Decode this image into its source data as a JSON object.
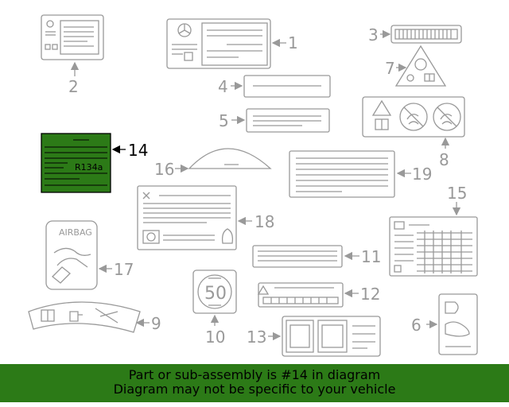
{
  "callouts": {
    "n1": "1",
    "n2": "2",
    "n3": "3",
    "n4": "4",
    "n5": "5",
    "n6": "6",
    "n7": "7",
    "n8": "8",
    "n9": "9",
    "n10": "10",
    "n11": "11",
    "n12": "12",
    "n13": "13",
    "n14": "14",
    "n15": "15",
    "n16": "16",
    "n17": "17",
    "n18": "18",
    "n19": "19"
  },
  "labels": {
    "refrigerant": "R134a",
    "airbag": "AIRBAG",
    "speed": "50"
  },
  "highlight": {
    "part": "14",
    "color": "#2c7a17"
  },
  "banner": {
    "line1": "Part or sub-assembly is #14 in diagram",
    "line2": "Diagram may not be specific to your vehicle"
  }
}
